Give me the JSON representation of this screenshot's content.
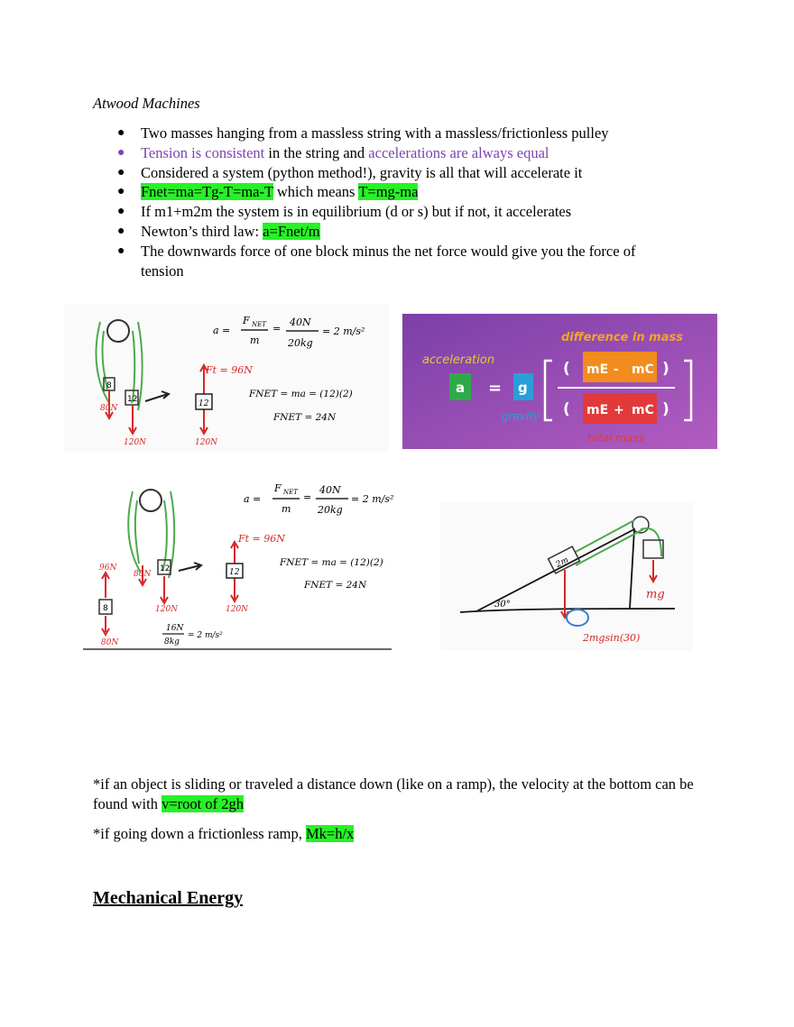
{
  "section": {
    "title": "Atwood Machines",
    "bullets": [
      {
        "parts": [
          {
            "text": "Two masses hanging from a massless string with a massless/frictionless pulley",
            "style": "normal"
          }
        ]
      },
      {
        "parts": [
          {
            "text": "Tension is consistent",
            "style": "purple"
          },
          {
            "text": " in the string and ",
            "style": "normal"
          },
          {
            "text": "accelerations are always equal",
            "style": "purple"
          }
        ]
      },
      {
        "parts": [
          {
            "text": "Considered a system (python method!), gravity is all that will accelerate it",
            "style": "normal"
          }
        ]
      },
      {
        "parts": [
          {
            "text": "Fnet=ma=Tg-T=ma-T",
            "style": "highlight"
          },
          {
            "text": " which means ",
            "style": "normal"
          },
          {
            "text": "T=mg-ma",
            "style": "highlight"
          }
        ]
      },
      {
        "parts": [
          {
            "text": "If m1+m2m the system is in equilibrium (d or s) but if not, it accelerates",
            "style": "normal"
          }
        ]
      },
      {
        "parts": [
          {
            "text": "Newton’s third law: ",
            "style": "normal"
          },
          {
            "text": "a=Fnet/m",
            "style": "highlight"
          }
        ]
      },
      {
        "parts": [
          {
            "text": "The downwards force of one block minus the net force would give you the force of tension",
            "style": "normal"
          }
        ]
      }
    ]
  },
  "figure1": {
    "eq_a": "a =",
    "fnet": "F",
    "fnet_sub": "NET",
    "eq_mid": "=",
    "num": "40N",
    "den": "20kg",
    "result": "= 2 m/s²",
    "ft": "Ft = 96N",
    "block": "12",
    "fnet_line1": "FNET = ma = (12)(2)",
    "fnet_line2": "FNET = 24N",
    "m_left": "8",
    "m_right": "12",
    "f80": "80N",
    "f120a": "120N",
    "f120b": "120N",
    "denom_m": "m"
  },
  "figure2": {
    "difference": "difference in mass",
    "acceleration": "acceleration",
    "a": "a",
    "equals": "=",
    "g": "g",
    "gravity": "gravity",
    "num_m1": "mE",
    "num_op": "-",
    "num_m2": "mC",
    "den_m1": "mE",
    "den_op": "+",
    "den_m2": "mC",
    "total": "total mass",
    "paren_open": "(",
    "paren_close": ")"
  },
  "figure3": {
    "f96": "96N",
    "f80": "80N",
    "f80b": "80N",
    "block8": "8",
    "block12": "12",
    "f120a": "120N",
    "f120b": "120N",
    "ft": "Ft = 96N",
    "extra_num": "16N",
    "extra_den": "8kg",
    "extra_res": "= 2 m/s²"
  },
  "figure4": {
    "mass_label": "2m",
    "angle": "30°",
    "mg": "mg",
    "force": "2mgsin(30)"
  },
  "notes": [
    {
      "parts": [
        {
          "text": "*if an object is sliding or traveled a distance down (like on a ramp), the velocity at the bottom can be found with ",
          "style": "normal"
        },
        {
          "text": "v=root of 2gh",
          "style": "highlight"
        }
      ]
    },
    {
      "parts": [
        {
          "text": "*if going down a frictionless ramp, ",
          "style": "normal"
        },
        {
          "text": "Mk=h/x",
          "style": "highlight"
        }
      ]
    }
  ],
  "next_heading": "Mechanical Energy",
  "colors": {
    "purple": "#7a45b0",
    "highlight": "#26f226",
    "ink_red": "#d62828",
    "ink_green": "#4caa4c",
    "ink_blue": "#2f7fd6"
  }
}
